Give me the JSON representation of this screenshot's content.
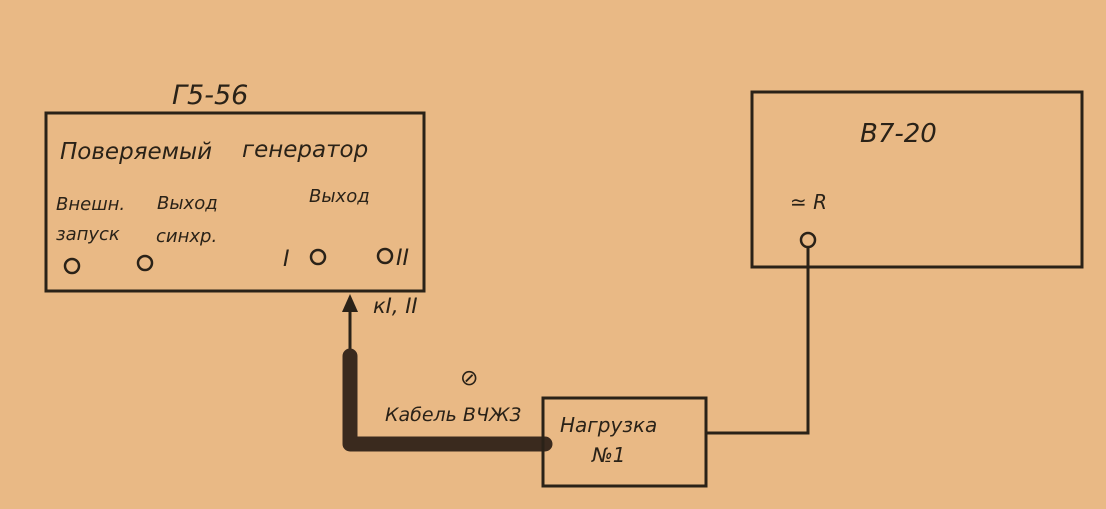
{
  "generator": {
    "model": "Г5-56",
    "title_word1": "Поверяемый",
    "title_word2": "генератор",
    "ext_trigger_line1": "Внешн.",
    "ext_trigger_line2": "запуск",
    "sync_out_line1": "Выход",
    "sync_out_line2": "синхр.",
    "output_label": "Выход",
    "output_one": "I",
    "output_two": "II"
  },
  "connection_label": "кI, II",
  "cable": {
    "circle_mark": "⊘",
    "label": "Кабель ВЧЖ3"
  },
  "load": {
    "line1": "Нагрузка",
    "line2": "№1"
  },
  "voltmeter": {
    "model": "В7-20",
    "terminal_label": "≃ R"
  },
  "colors": {
    "paper": "#e9b985",
    "ink": "#2a2218",
    "cable": "#3a2a1e"
  }
}
